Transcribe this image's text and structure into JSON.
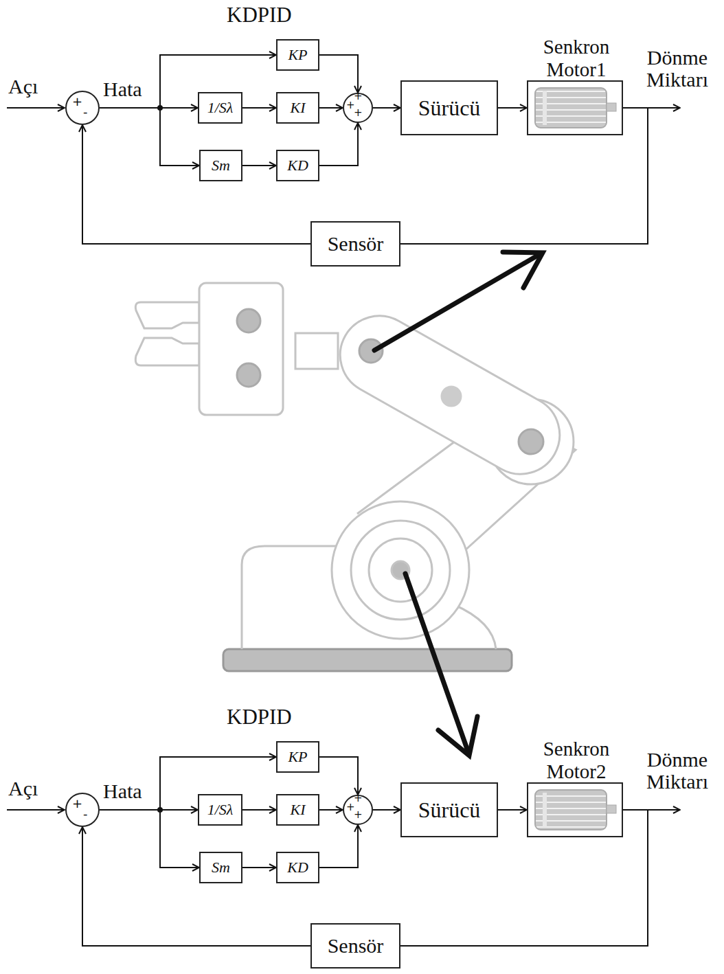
{
  "diagram": {
    "nodes": [
      {
        "text": [
          "+",
          "-"
        ]
      },
      {
        "text": [
          "KP"
        ]
      },
      {
        "text": [
          "1/Sλ"
        ]
      },
      {
        "text": [
          "KI"
        ]
      },
      {
        "text": [
          "Sm"
        ]
      },
      {
        "text": [
          "KD"
        ]
      },
      {
        "text": [
          "+",
          "+",
          "+"
        ]
      },
      {
        "text": [
          "Sürücü"
        ]
      },
      {
        "text": [
          "Senkron Motor1"
        ]
      },
      {
        "text": [
          "Sensör"
        ]
      },
      {
        "text": [
          "+",
          "-"
        ]
      },
      {
        "text": [
          "KP"
        ]
      },
      {
        "text": [
          "1/Sλ"
        ]
      },
      {
        "text": [
          "KI"
        ]
      },
      {
        "text": [
          "Sm"
        ]
      },
      {
        "text": [
          "KD"
        ]
      },
      {
        "text": [
          "+",
          "+",
          "+"
        ]
      },
      {
        "text": [
          "Sürücü"
        ]
      },
      {
        "text": [
          "Senkron Motor2"
        ]
      },
      {
        "text": [
          "Sensör"
        ]
      }
    ],
    "edges": [
      {
        "from": 0,
        "to": 1,
        "arrow": "to"
      },
      {
        "from": 0,
        "to": 2,
        "arrow": "to"
      },
      {
        "from": 0,
        "to": 4,
        "arrow": "to"
      },
      {
        "from": 2,
        "to": 3,
        "arrow": "to"
      },
      {
        "from": 4,
        "to": 5,
        "arrow": "to"
      },
      {
        "from": 1,
        "to": 6,
        "arrow": "to"
      },
      {
        "from": 3,
        "to": 6,
        "arrow": "to"
      },
      {
        "from": 5,
        "to": 6,
        "arrow": "to"
      },
      {
        "from": 6,
        "to": 7,
        "arrow": "to"
      },
      {
        "from": 7,
        "to": 8,
        "arrow": "to"
      },
      {
        "from": 8,
        "to": 9,
        "arrow": "none"
      },
      {
        "from": 9,
        "to": 0,
        "arrow": "to"
      },
      {
        "from": 10,
        "to": 11,
        "arrow": "to"
      },
      {
        "from": 10,
        "to": 12,
        "arrow": "to"
      },
      {
        "from": 10,
        "to": 14,
        "arrow": "to"
      },
      {
        "from": 12,
        "to": 13,
        "arrow": "to"
      },
      {
        "from": 14,
        "to": 15,
        "arrow": "to"
      },
      {
        "from": 11,
        "to": 16,
        "arrow": "to"
      },
      {
        "from": 13,
        "to": 16,
        "arrow": "to"
      },
      {
        "from": 15,
        "to": 16,
        "arrow": "to"
      },
      {
        "from": 16,
        "to": 17,
        "arrow": "to"
      },
      {
        "from": 17,
        "to": 18,
        "arrow": "to"
      },
      {
        "from": 18,
        "to": 19,
        "arrow": "none"
      },
      {
        "from": 19,
        "to": 10,
        "arrow": "to"
      }
    ],
    "labels": [
      "KDPID",
      "Açı",
      "Hata",
      "Dönme Miktarı",
      "KDPID",
      "Açı",
      "Hata",
      "Dönme Miktarı"
    ]
  }
}
